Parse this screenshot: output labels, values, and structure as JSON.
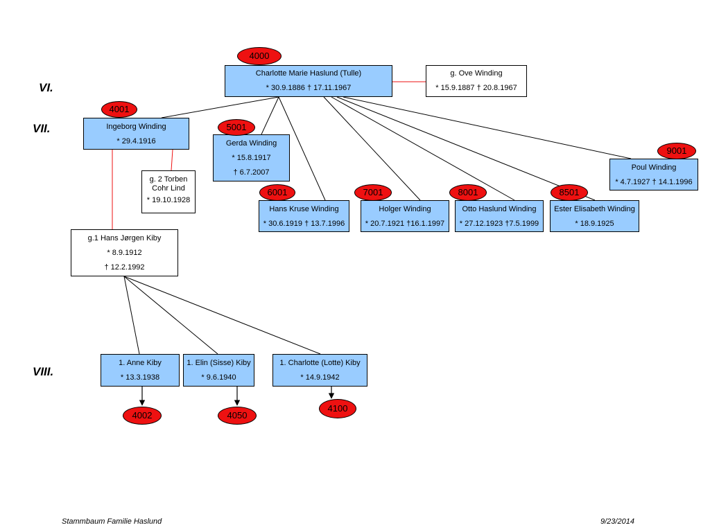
{
  "generations": {
    "vi": "VI.",
    "vii": "VII.",
    "viii": "VIII."
  },
  "ids": {
    "charlotte": "4000",
    "ingeborg": "4001",
    "gerda": "5001",
    "hans_kruse": "6001",
    "holger": "7001",
    "otto": "8001",
    "ester": "8501",
    "poul": "9001",
    "anne": "4002",
    "elin": "4050",
    "lotte": "4100"
  },
  "people": {
    "charlotte": {
      "name": "Charlotte Marie Haslund (Tulle)",
      "dates": "* 30.9.1886 † 17.11.1967"
    },
    "ove": {
      "name": "g. Ove Winding",
      "dates": "* 15.9.1887  † 20.8.1967"
    },
    "ingeborg": {
      "name": "Ingeborg Winding",
      "dates": "* 29.4.1916"
    },
    "torben": {
      "name": "g. 2 Torben Cohr Lind",
      "dates": "* 19.10.1928"
    },
    "gerda": {
      "name": "Gerda Winding",
      "born": "* 15.8.1917",
      "died": "† 6.7.2007"
    },
    "hans_kruse": {
      "name": "Hans Kruse Winding",
      "dates": "* 30.6.1919 † 13.7.1996"
    },
    "holger": {
      "name": "Holger Winding",
      "dates": "* 20.7.1921 †16.1.1997"
    },
    "otto": {
      "name": "Otto Haslund Winding",
      "dates": "* 27.12.1923 †7.5.1999"
    },
    "ester": {
      "name": "Ester Elisabeth Winding",
      "dates": "* 18.9.1925"
    },
    "poul": {
      "name": "Poul Winding",
      "dates": "* 4.7.1927 † 14.1.1996"
    },
    "hans_jorgen": {
      "name": "g.1 Hans Jørgen Kiby",
      "born": "* 8.9.1912",
      "died": "† 12.2.1992"
    },
    "anne": {
      "name": "1. Anne Kiby",
      "dates": "* 13.3.1938"
    },
    "elin": {
      "name": "1. Elin (Sisse) Kiby",
      "dates": "* 9.6.1940"
    },
    "lotte": {
      "name": "1. Charlotte (Lotte) Kiby",
      "dates": "* 14.9.1942"
    }
  },
  "footer": {
    "left": "Stammbaum Familie Haslund",
    "right": "9/23/2014"
  },
  "colors": {
    "box_fill": "#99ccff",
    "oval_fill": "#ee1111",
    "spouse_line": "#ee1111",
    "line": "#000000"
  }
}
